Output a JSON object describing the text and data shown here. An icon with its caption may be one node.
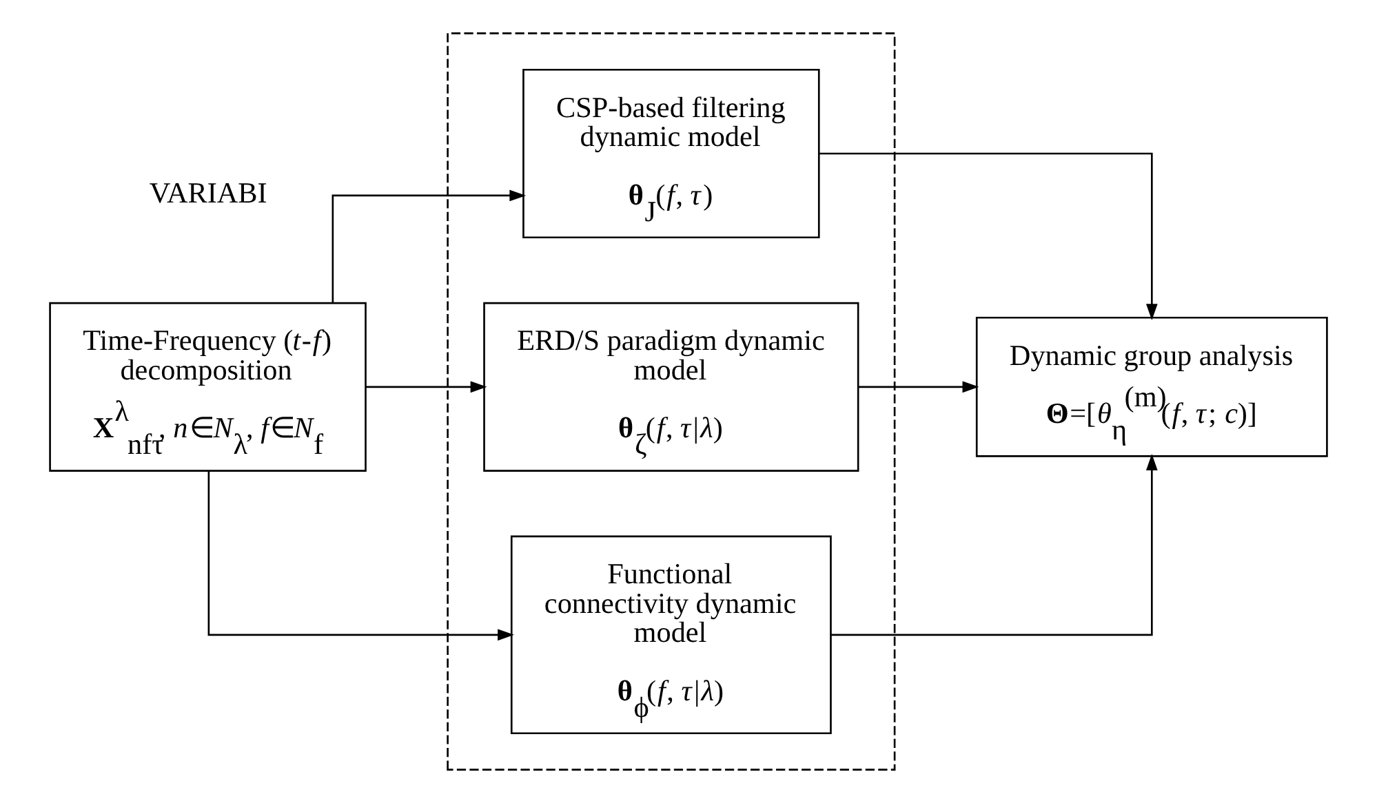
{
  "diagram": {
    "nodes": [
      {
        "text": [
          "Time-Frequency (*t*-*f*) decomposition",
          "**X**$^{λ}$$_{nfτ}$, *n*∈*N*$_{λ}$, *f*∈*N*$_{f}$"
        ]
      },
      {
        "text": [],
        "shape": "box"
      },
      {
        "text": [
          "CSP-based filtering dynamic model",
          "**θ**$_{J}$(*f*, *τ*)"
        ],
        "in": 1
      },
      {
        "text": [
          "ERD/S paradigm dynamic model",
          "**θ**$_{ζ}$(*f*, *τ*|*λ*)"
        ],
        "in": 1
      },
      {
        "text": [
          "Functional connectivity dynamic model",
          "**θ**$_{ϕ}$(*f*, *τ*|*λ*)"
        ],
        "in": 1
      },
      {
        "text": [
          "Dynamic group analysis",
          "**Θ**=[*θ*$_{η}$$^{(m)}$(*f*, *τ*; *c*)]"
        ]
      }
    ],
    "edges": [
      {
        "from": 0,
        "to": 2,
        "arrow": "to"
      },
      {
        "from": 0,
        "to": 3,
        "arrow": "to"
      },
      {
        "from": 0,
        "to": 4,
        "arrow": "to"
      },
      {
        "from": 2,
        "to": 5,
        "arrow": "to"
      },
      {
        "from": 3,
        "to": 5,
        "arrow": "to"
      },
      {
        "from": 4,
        "to": 5,
        "arrow": "to"
      }
    ],
    "labels": [
      "VARIABI"
    ]
  }
}
